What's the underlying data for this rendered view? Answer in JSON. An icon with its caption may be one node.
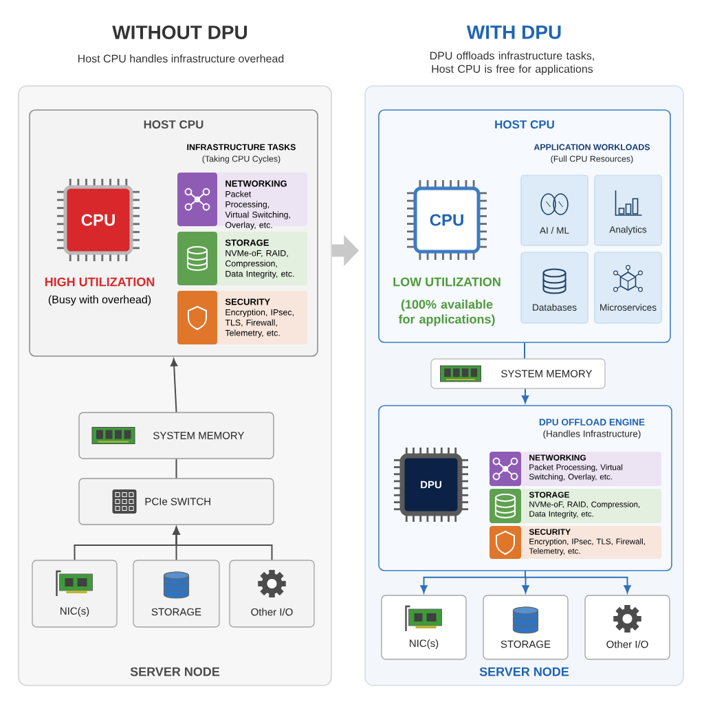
{
  "diagram": {
    "nodes": [
      {
        "text": [
          "SERVER NODE"
        ]
      },
      {
        "text": [
          "HOST CPU",
          "INFRASTRUCTURE TASKS",
          "(Taking CPU Cycles)"
        ],
        "in": 0
      },
      {
        "text": [
          "CPU"
        ],
        "beside": [
          "HIGH UTILIZATION",
          "(Busy with overhead)"
        ],
        "in": 1
      },
      {
        "text": [
          "NETWORKING",
          "Packet Processing, Virtual Switching, Overlay, etc."
        ],
        "in": 1
      },
      {
        "text": [
          "STORAGE",
          "NVMe-oF, RAID, Compression, Data Integrity, etc."
        ],
        "in": 1
      },
      {
        "text": [
          "SECURITY",
          "Encryption, IPsec, TLS, Firewall, Telemetry, etc."
        ],
        "in": 1
      },
      {
        "text": [
          "SYSTEM MEMORY"
        ],
        "in": 0
      },
      {
        "text": [
          "PCIe SWITCH"
        ],
        "in": 0
      },
      {
        "text": [
          "NIC(s)"
        ],
        "in": 0
      },
      {
        "text": [
          "STORAGE"
        ],
        "in": 0
      },
      {
        "text": [
          "Other I/O"
        ],
        "in": 0
      },
      {
        "text": [
          "SERVER NODE"
        ]
      },
      {
        "text": [
          "HOST CPU",
          "APPLICATION WORKLOADS",
          "(Full CPU Resources)"
        ],
        "in": 11
      },
      {
        "text": [
          "CPU"
        ],
        "beside": [
          "LOW UTILIZATION",
          "(100% available for applications)"
        ],
        "in": 12
      },
      {
        "text": [
          "AI / ML"
        ],
        "in": 12
      },
      {
        "text": [
          "Analytics"
        ],
        "in": 12
      },
      {
        "text": [
          "Databases"
        ],
        "in": 12
      },
      {
        "text": [
          "Microservices"
        ],
        "in": 12
      },
      {
        "text": [
          "SYSTEM MEMORY"
        ],
        "in": 11
      },
      {
        "text": [
          "DPU OFFLOAD ENGINE",
          "(Handles Infrastructure)"
        ],
        "in": 11
      },
      {
        "text": [
          "DPU"
        ],
        "in": 19
      },
      {
        "text": [
          "NETWORKING",
          "Packet Processing, Virtual Switching, Overlay, etc."
        ],
        "in": 19
      },
      {
        "text": [
          "STORAGE",
          "NVMe-oF, RAID, Compression, Data Integrity, etc."
        ],
        "in": 19
      },
      {
        "text": [
          "SECURITY",
          "Encryption, IPsec, TLS, Firewall, Telemetry, etc."
        ],
        "in": 19
      },
      {
        "text": [
          "NIC(s)"
        ],
        "in": 11
      },
      {
        "text": [
          "STORAGE"
        ],
        "in": 11
      },
      {
        "text": [
          "Other I/O"
        ],
        "in": 11
      }
    ],
    "edges": [
      {
        "from": 6,
        "to": 1,
        "arrow": "to"
      },
      {
        "from": 7,
        "to": 6,
        "arrow": "none"
      },
      {
        "from": 8,
        "to": 7,
        "arrow": "to"
      },
      {
        "from": 9,
        "to": 7,
        "arrow": "to"
      },
      {
        "from": 10,
        "to": 7,
        "arrow": "to"
      },
      {
        "from": 0,
        "to": 11,
        "arrow": "to",
        "style": "thick",
        "color": "#c9c9c9"
      },
      {
        "from": 12,
        "to": 18,
        "arrow": "none",
        "color": "#2f6fba"
      },
      {
        "from": 18,
        "to": 19,
        "arrow": "to",
        "color": "#2f6fba"
      },
      {
        "from": 19,
        "to": 24,
        "arrow": "to",
        "color": "#2f6fba"
      },
      {
        "from": 19,
        "to": 25,
        "arrow": "to",
        "color": "#2f6fba"
      },
      {
        "from": 19,
        "to": 26,
        "arrow": "to",
        "color": "#2f6fba"
      }
    ],
    "labels": [
      "WITHOUT DPU",
      "Host CPU handles infrastructure overhead",
      "WITH DPU",
      "DPU offloads infrastructure tasks, Host CPU is free for applications"
    ]
  }
}
